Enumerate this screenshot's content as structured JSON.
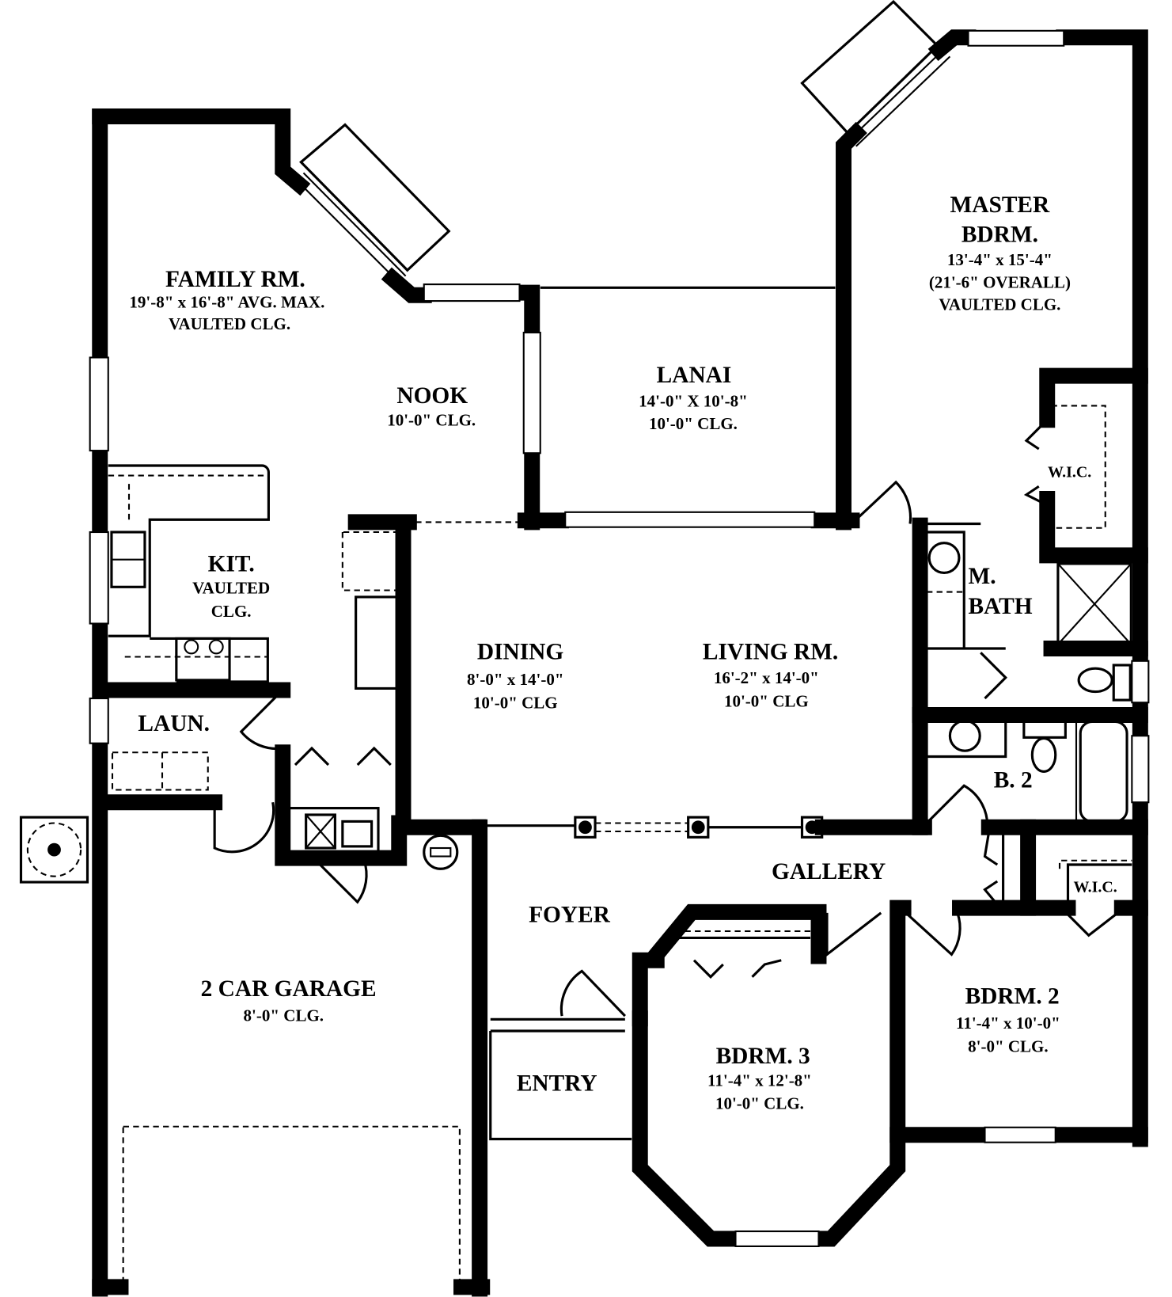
{
  "title": "Floor Plan",
  "colors": {
    "walls": "#000000",
    "background": "#ffffff"
  },
  "rooms": {
    "family": {
      "name": "FAMILY RM.",
      "size": "19'-8\" x 16'-8\" AVG. MAX.",
      "ceiling": "VAULTED CLG."
    },
    "nook": {
      "name": "NOOK",
      "ceiling": "10'-0\" CLG."
    },
    "lanai": {
      "name": "LANAI",
      "size": "14'-0\" X 10'-8\"",
      "ceiling": "10'-0\" CLG."
    },
    "master": {
      "name1": "MASTER",
      "name2": "BDRM.",
      "size": "13'-4\" x 15'-4\"",
      "overall": "(21'-6\" OVERALL)",
      "ceiling": "VAULTED CLG."
    },
    "master_wic": {
      "name": "W.I.C."
    },
    "kitchen": {
      "name": "KIT.",
      "ceiling1": "VAULTED",
      "ceiling2": "CLG."
    },
    "master_bath": {
      "name1": "M.",
      "name2": "BATH"
    },
    "dining": {
      "name": "DINING",
      "size": "8'-0\" x 14'-0\"",
      "ceiling": "10'-0\" CLG"
    },
    "living": {
      "name": "LIVING RM.",
      "size": "16'-2\" x 14'-0\"",
      "ceiling": "10'-0\" CLG"
    },
    "laundry": {
      "name": "LAUN."
    },
    "bath2": {
      "name": "B. 2"
    },
    "gallery": {
      "name": "GALLERY"
    },
    "bdrm2_wic": {
      "name": "W.I.C."
    },
    "foyer": {
      "name": "FOYER"
    },
    "garage": {
      "name": "2 CAR GARAGE",
      "ceiling": "8'-0\" CLG."
    },
    "bdrm2": {
      "name": "BDRM. 2",
      "size": "11'-4\" x 10'-0\"",
      "ceiling": "8'-0\" CLG."
    },
    "bdrm3": {
      "name": "BDRM. 3",
      "size": "11'-4\" x 12'-8\"",
      "ceiling": "10'-0\" CLG."
    },
    "entry": {
      "name": "ENTRY"
    }
  }
}
